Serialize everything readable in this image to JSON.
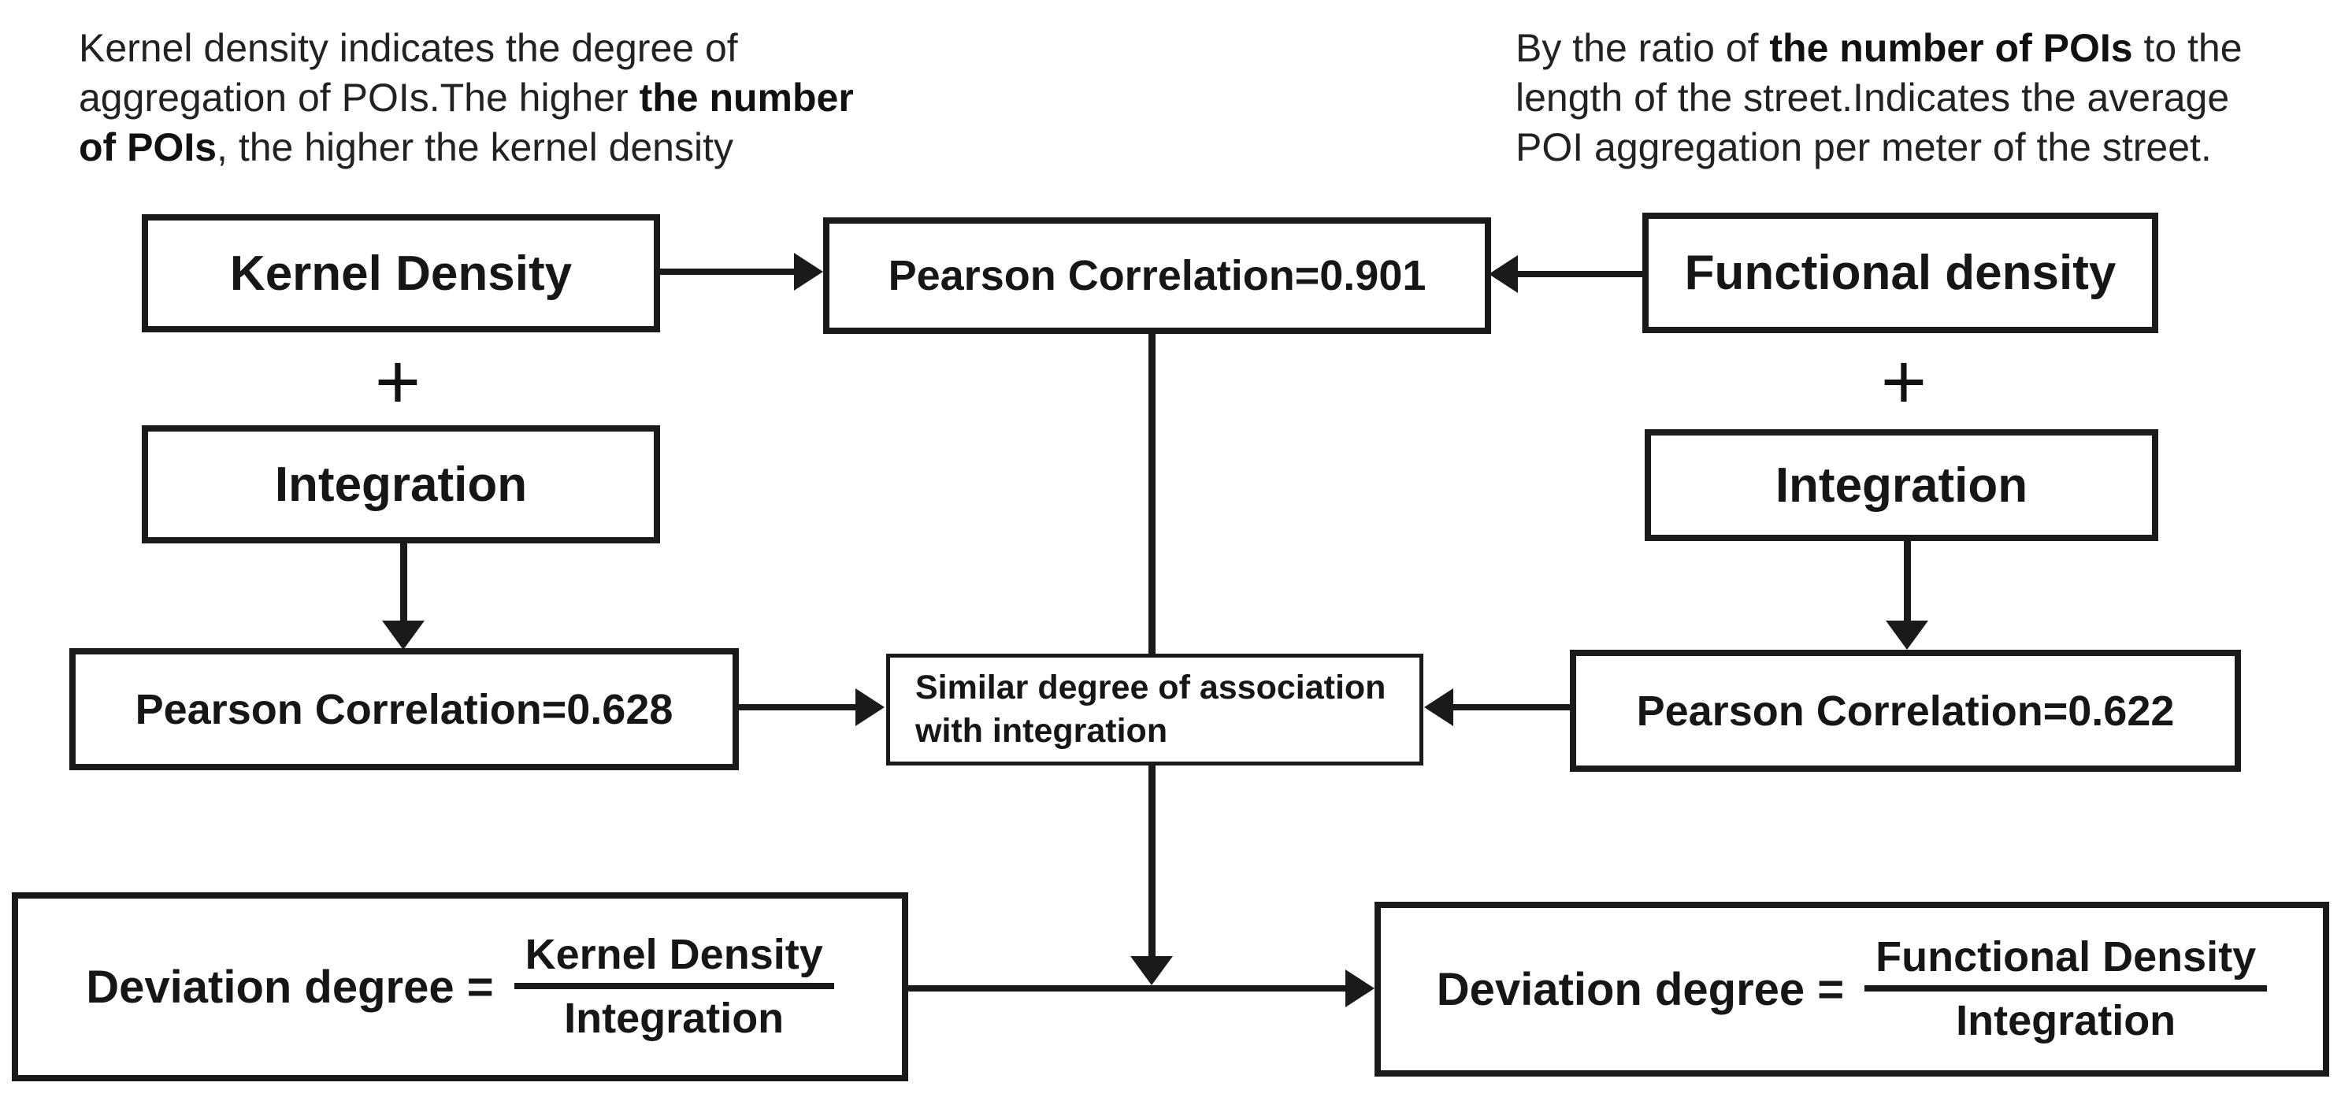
{
  "colors": {
    "ink": "#1a1a1a",
    "background": "#ffffff"
  },
  "annotations": {
    "left": {
      "line1": "Kernel density indicates the degree of",
      "line2_normal": "aggregation of POIs.The higher ",
      "line2_bold": "the number",
      "line3_bold": "of POIs",
      "line3_normal": ", the higher the kernel density"
    },
    "right": {
      "line1_normal_a": "By the ratio of ",
      "line1_bold": "the number of POIs",
      "line1_normal_b": " to the",
      "line2": "length of the street.Indicates the average",
      "line3": "POI aggregation per meter of the street."
    }
  },
  "boxes": {
    "kernel_density": "Kernel Density",
    "pearson_top": "Pearson Correlation=0.901",
    "functional_density": "Functional density",
    "integration_left": "Integration",
    "integration_right": "Integration",
    "pearson_left": "Pearson Correlation=0.628",
    "pearson_right": "Pearson Correlation=0.622",
    "similar_line1": "Similar degree of association",
    "similar_line2": "with integration"
  },
  "operators": {
    "plus_left": "+",
    "plus_right": "+"
  },
  "deviation_left": {
    "label": "Deviation degree =",
    "numerator": "Kernel Density",
    "denominator": "Integration"
  },
  "deviation_right": {
    "label": "Deviation degree =",
    "numerator": "Functional Density",
    "denominator": "Integration"
  }
}
